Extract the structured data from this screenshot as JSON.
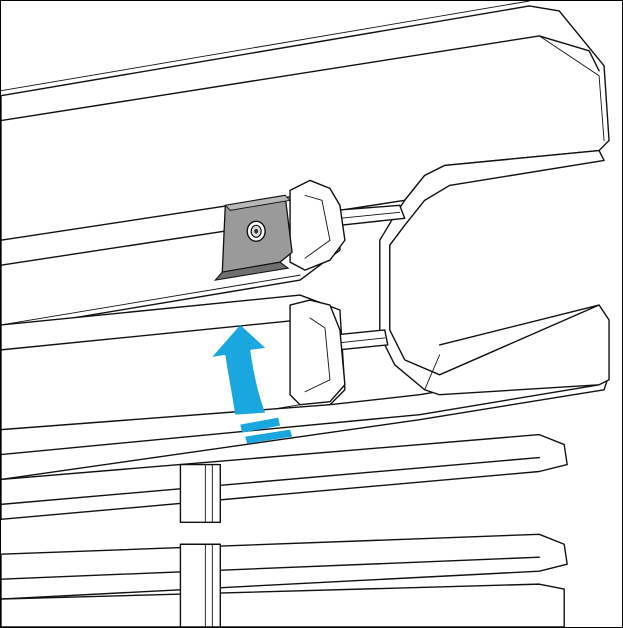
{
  "diagram": {
    "colors": {
      "background": "#ffffff",
      "line": "#111111",
      "clip_fill": "#9a9a9a",
      "clip_dark": "#6f6f6f",
      "arrow": "#1aa6df"
    },
    "elements": [
      "grille-bar",
      "grille-slot",
      "clip",
      "screw",
      "bracket",
      "arrow-icon",
      "lower-slats"
    ],
    "arrow": {
      "direction": "up",
      "icon": "curved-arrow-up-icon"
    }
  }
}
